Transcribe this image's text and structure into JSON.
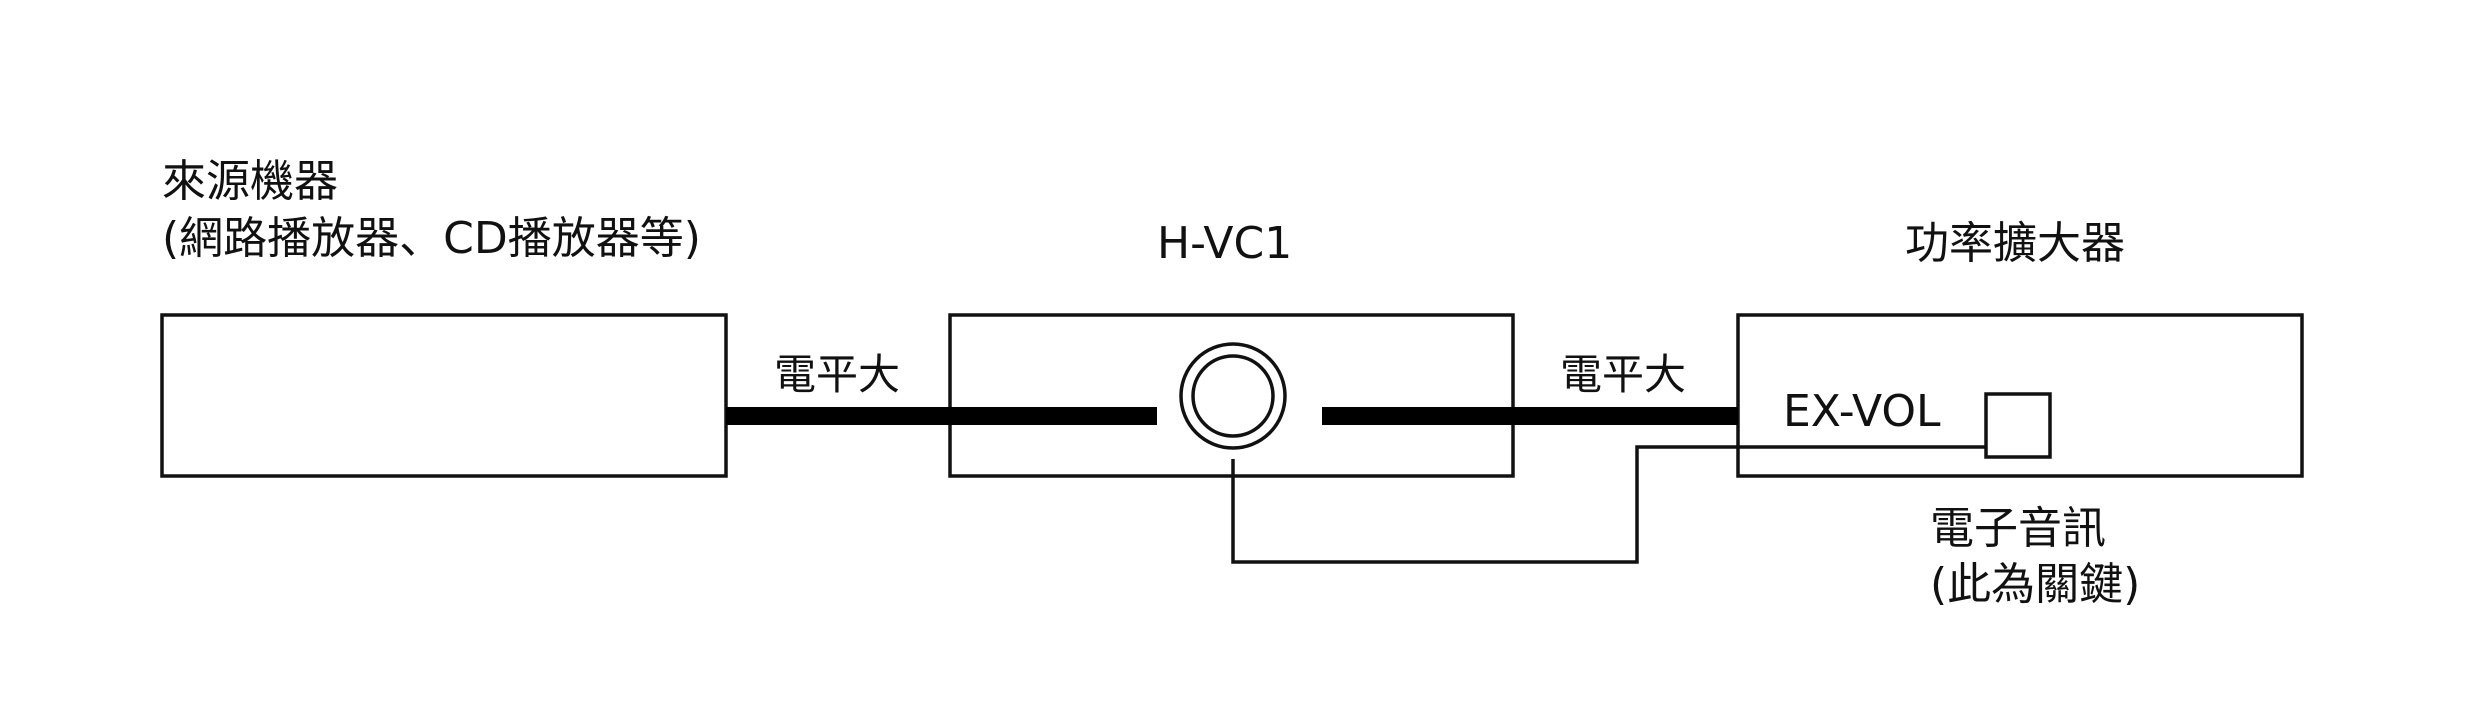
{
  "source": {
    "line1": "來源機器",
    "line2": "(網路播放器、CD播放器等)"
  },
  "hvc1": {
    "title": "H-VC1"
  },
  "amp": {
    "title": "功率擴大器",
    "exvol": "EX-VOL"
  },
  "links": {
    "left_label": "電平大",
    "right_label": "電平大"
  },
  "signal": {
    "line1": "電子音訊",
    "line2": "(此為關鍵)"
  }
}
